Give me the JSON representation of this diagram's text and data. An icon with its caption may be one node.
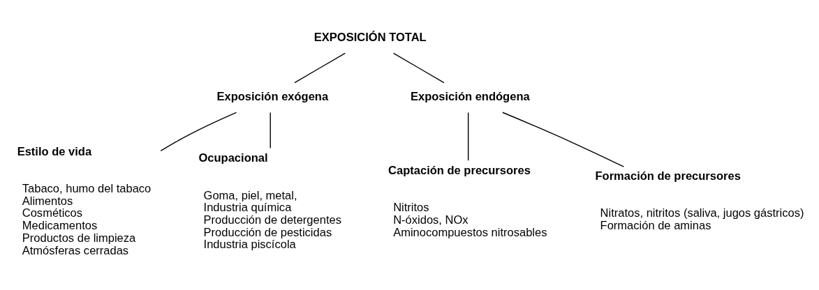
{
  "diagram": {
    "nodes": [
      {
        "text": [
          "EXPOSICIÓN TOTAL"
        ]
      },
      {
        "text": [
          "Exposición exógena"
        ]
      },
      {
        "text": [
          "Exposición endógena"
        ]
      },
      {
        "text": [
          "Estilo de vida"
        ],
        "beside": [
          "Tabaco, humo del tabaco",
          "Alimentos",
          "Cosméticos",
          "Medicamentos",
          "Productos de limpieza",
          "Atmósferas cerradas"
        ]
      },
      {
        "text": [
          "Ocupacional"
        ],
        "beside": [
          "Goma, piel, metal,",
          "Industria química",
          "Producción de detergentes",
          "Producción de pesticidas",
          "Industria piscícola"
        ]
      },
      {
        "text": [
          "Captación de precursores"
        ],
        "beside": [
          "Nitritos",
          "N-óxidos, NOx",
          "Aminocompuestos nitrosables"
        ]
      },
      {
        "text": [
          "Formación de precursores"
        ],
        "beside": [
          "Nitratos, nitritos (saliva, jugos gástricos)",
          "Formación de aminas"
        ]
      }
    ],
    "edges": [
      {
        "from": 0,
        "to": 1,
        "arrow": "none"
      },
      {
        "from": 0,
        "to": 2,
        "arrow": "none"
      },
      {
        "from": 1,
        "to": 3,
        "arrow": "none"
      },
      {
        "from": 1,
        "to": 4,
        "arrow": "none"
      },
      {
        "from": 2,
        "to": 5,
        "arrow": "none"
      },
      {
        "from": 2,
        "to": 6,
        "arrow": "none"
      }
    ]
  }
}
